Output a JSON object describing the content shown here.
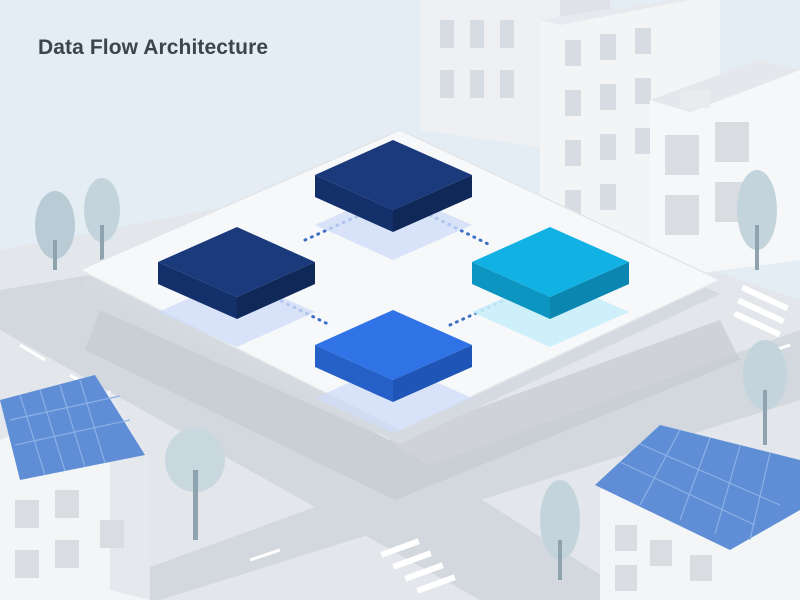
{
  "title": "Data Flow Architecture",
  "colors": {
    "sky": "#e4edf3",
    "ground": "#e3e6ea",
    "road": "#cfd4da",
    "building": "#f2f3f5",
    "window": "#d9dde2",
    "platform": "#f7f8fa",
    "dark_navy": "#1a3a7c",
    "medium_blue": "#2f73e6",
    "cyan": "#12b1e3",
    "connector": "#3f6fc4",
    "solar_panel": "#5f8ed6",
    "tree": "#b9ccd6"
  },
  "nodes": [
    {
      "id": "node-top",
      "color": "dark_navy",
      "icon": "block"
    },
    {
      "id": "node-left",
      "color": "dark_navy",
      "icon": "block"
    },
    {
      "id": "node-right",
      "color": "cyan",
      "icon": "block"
    },
    {
      "id": "node-bottom",
      "color": "medium_blue",
      "icon": "block"
    }
  ],
  "connections": [
    {
      "from": "node-top",
      "to": "node-left"
    },
    {
      "from": "node-top",
      "to": "node-right"
    },
    {
      "from": "node-left",
      "to": "node-bottom"
    },
    {
      "from": "node-right",
      "to": "node-bottom"
    }
  ]
}
